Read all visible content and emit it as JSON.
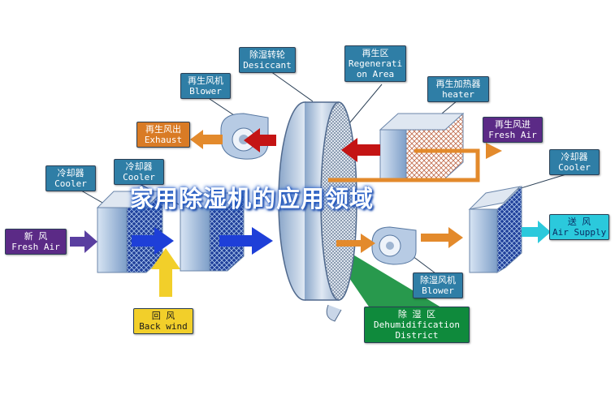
{
  "banner": {
    "title": "家用除湿机的应用领域"
  },
  "labels": {
    "desiccant": {
      "zh": "除湿转轮",
      "en": "Desiccant"
    },
    "regen_area": {
      "zh": "再生区",
      "en1": "Regenerati",
      "en2": "on Area"
    },
    "regen_blower": {
      "zh": "再生风机",
      "en": "Blower"
    },
    "regen_heater": {
      "zh": "再生加热器",
      "en": "heater"
    },
    "regen_exhaust": {
      "zh": "再生风出",
      "en": "Exhaust"
    },
    "regen_fresh": {
      "zh": "再生风进",
      "en": "Fresh Air"
    },
    "cooler1": {
      "zh": "冷却器",
      "en": "Cooler"
    },
    "cooler2": {
      "zh": "冷却器",
      "en": "Cooler"
    },
    "cooler3": {
      "zh": "冷却器",
      "en": "Cooler"
    },
    "fresh_air": {
      "zh": "新 风",
      "en": "Fresh Air"
    },
    "air_supply": {
      "zh": "送 风",
      "en": "Air Supply"
    },
    "back_wind": {
      "zh": "回 风",
      "en": "Back wind"
    },
    "dehum_blower": {
      "zh": "除湿风机",
      "en": "Blower"
    },
    "dehum_district": {
      "zh": "除 湿 区",
      "en1": "Dehumidification",
      "en2": "District"
    }
  },
  "colors": {
    "label_blue": "#2f7ea6",
    "regen_purple": "#5b2a86",
    "exhaust_orange": "#d97b25",
    "supply_cyan": "#2bc9dc",
    "back_yellow": "#f2cf2a",
    "dehum_green": "#0f8a3c",
    "air_arrow_blue": "#1e3fd8",
    "regen_arrow_red": "#c41414",
    "heated_arrow_orange": "#e38a2c",
    "box_blue": "#7fa9d6"
  }
}
